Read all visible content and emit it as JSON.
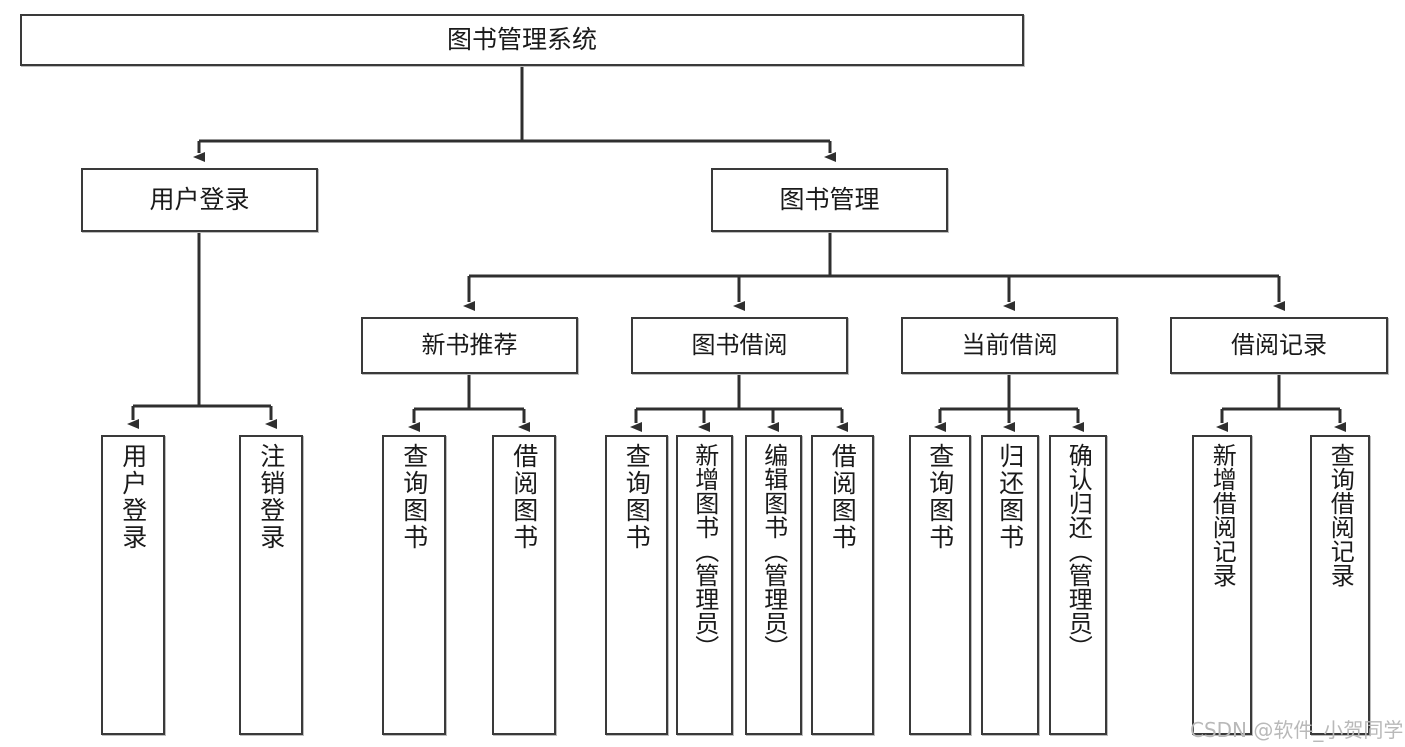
{
  "diagram": {
    "title": "图书管理系统",
    "type": "functional-decomposition-tree",
    "root": {
      "id": "root",
      "label": "图书管理系统"
    },
    "level2": [
      {
        "id": "user-login",
        "label": "用户登录"
      },
      {
        "id": "book-management",
        "label": "图书管理"
      }
    ],
    "level3": [
      {
        "id": "new-book-recommend",
        "label": "新书推荐",
        "parent": "book-management"
      },
      {
        "id": "book-borrow",
        "label": "图书借阅",
        "parent": "book-management"
      },
      {
        "id": "current-borrow",
        "label": "当前借阅",
        "parent": "book-management"
      },
      {
        "id": "borrow-record",
        "label": "借阅记录",
        "parent": "book-management"
      }
    ],
    "leaves": [
      {
        "id": "leaf-user-login",
        "label": "用户登录",
        "parent": "user-login"
      },
      {
        "id": "leaf-logout-login",
        "label": "注销登录",
        "parent": "user-login"
      },
      {
        "id": "leaf-query-book-1",
        "label": "查询图书",
        "parent": "new-book-recommend"
      },
      {
        "id": "leaf-borrow-book-1",
        "label": "借阅图书",
        "parent": "new-book-recommend"
      },
      {
        "id": "leaf-query-book-2",
        "label": "查询图书",
        "parent": "book-borrow"
      },
      {
        "id": "leaf-add-book",
        "label": "新增图书（管理员）",
        "parent": "book-borrow"
      },
      {
        "id": "leaf-edit-book",
        "label": "编辑图书（管理员）",
        "parent": "book-borrow"
      },
      {
        "id": "leaf-borrow-book-2",
        "label": "借阅图书",
        "parent": "book-borrow"
      },
      {
        "id": "leaf-query-book-3",
        "label": "查询图书",
        "parent": "current-borrow"
      },
      {
        "id": "leaf-return-book",
        "label": "归还图书",
        "parent": "current-borrow"
      },
      {
        "id": "leaf-confirm-return",
        "label": "确认归还（管理员）",
        "parent": "current-borrow"
      },
      {
        "id": "leaf-add-record",
        "label": "新增借阅记录",
        "parent": "borrow-record"
      },
      {
        "id": "leaf-query-record",
        "label": "查询借阅记录",
        "parent": "borrow-record"
      }
    ]
  },
  "watermark": {
    "text": "CSDN @软件_小贺同学"
  },
  "colors": {
    "box_border": "#3a3a3a",
    "box_fill": "#ffffff",
    "connector": "#2f2f2f",
    "text": "#1a1a1a",
    "watermark": "#b9b9b9",
    "page_background": "#ffffff"
  }
}
